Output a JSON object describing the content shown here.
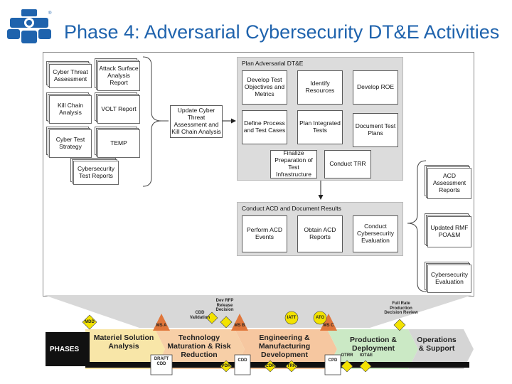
{
  "title": "Phase 4:  Adversarial Cybersecurity DT&E Activities",
  "inputs": [
    "Cyber Threat Assessment",
    "Attack Surface Analysis Report",
    "Kill Chain Analysis",
    "VOLT Report",
    "Cyber Test Strategy",
    "TEMP",
    "Cybersecurity Test Reports"
  ],
  "central_step": "Update Cyber Threat Assessment and Kill Chain Analysis",
  "plan_group": {
    "title": "Plan Adversarial DT&E",
    "steps": [
      "Develop Test Objectives and Metrics",
      "Identify Resources",
      "Develop ROE",
      "Define Process and Test Cases",
      "Plan Integrated Tests",
      "Document Test Plans",
      "Finalize Preparation of Test Infrastructure",
      "Conduct TRR"
    ]
  },
  "conduct_group": {
    "title": "Conduct ACD and Document Results",
    "steps": [
      "Perform ACD Events",
      "Obtain ACD Reports",
      "Conduct Cybersecurity Evaluation"
    ]
  },
  "outputs": [
    "ACD Assessment Reports",
    "Updated RMF POA&M",
    "Cybersecurity Evaluation"
  ],
  "timeline": {
    "label": "PHASES",
    "phases": [
      "Materiel Solution Analysis",
      "Technology Maturation & Risk Reduction",
      "Engineering & Manufacturing Development",
      "Production & Deployment",
      "Operations & Support"
    ],
    "milestones": [
      "MS A",
      "MS B",
      "MS C"
    ],
    "decisions": [
      "MDD",
      "Dev RFP Release Decision",
      "CDD Validation",
      "Full Rate Production Decision Review",
      "IATT",
      "ATO"
    ],
    "documents": [
      "DRAFT CDD",
      "CDD",
      "CPD"
    ],
    "events": [
      "PDR",
      "CDR",
      "TRR",
      "OTRR",
      "IOT&E"
    ]
  },
  "colors": {
    "title": "#1f63ad",
    "logo": "#1f63ad",
    "panel": "#dcdcdc",
    "milestone": "#e0763a",
    "decision": "#f3e300",
    "phase_msa": "#f8e6a8",
    "phase_tmrr": "#f7cfa7",
    "phase_emd": "#f6c7a0",
    "phase_pd": "#cbe9c5",
    "phase_os": "#d5d5d5"
  }
}
